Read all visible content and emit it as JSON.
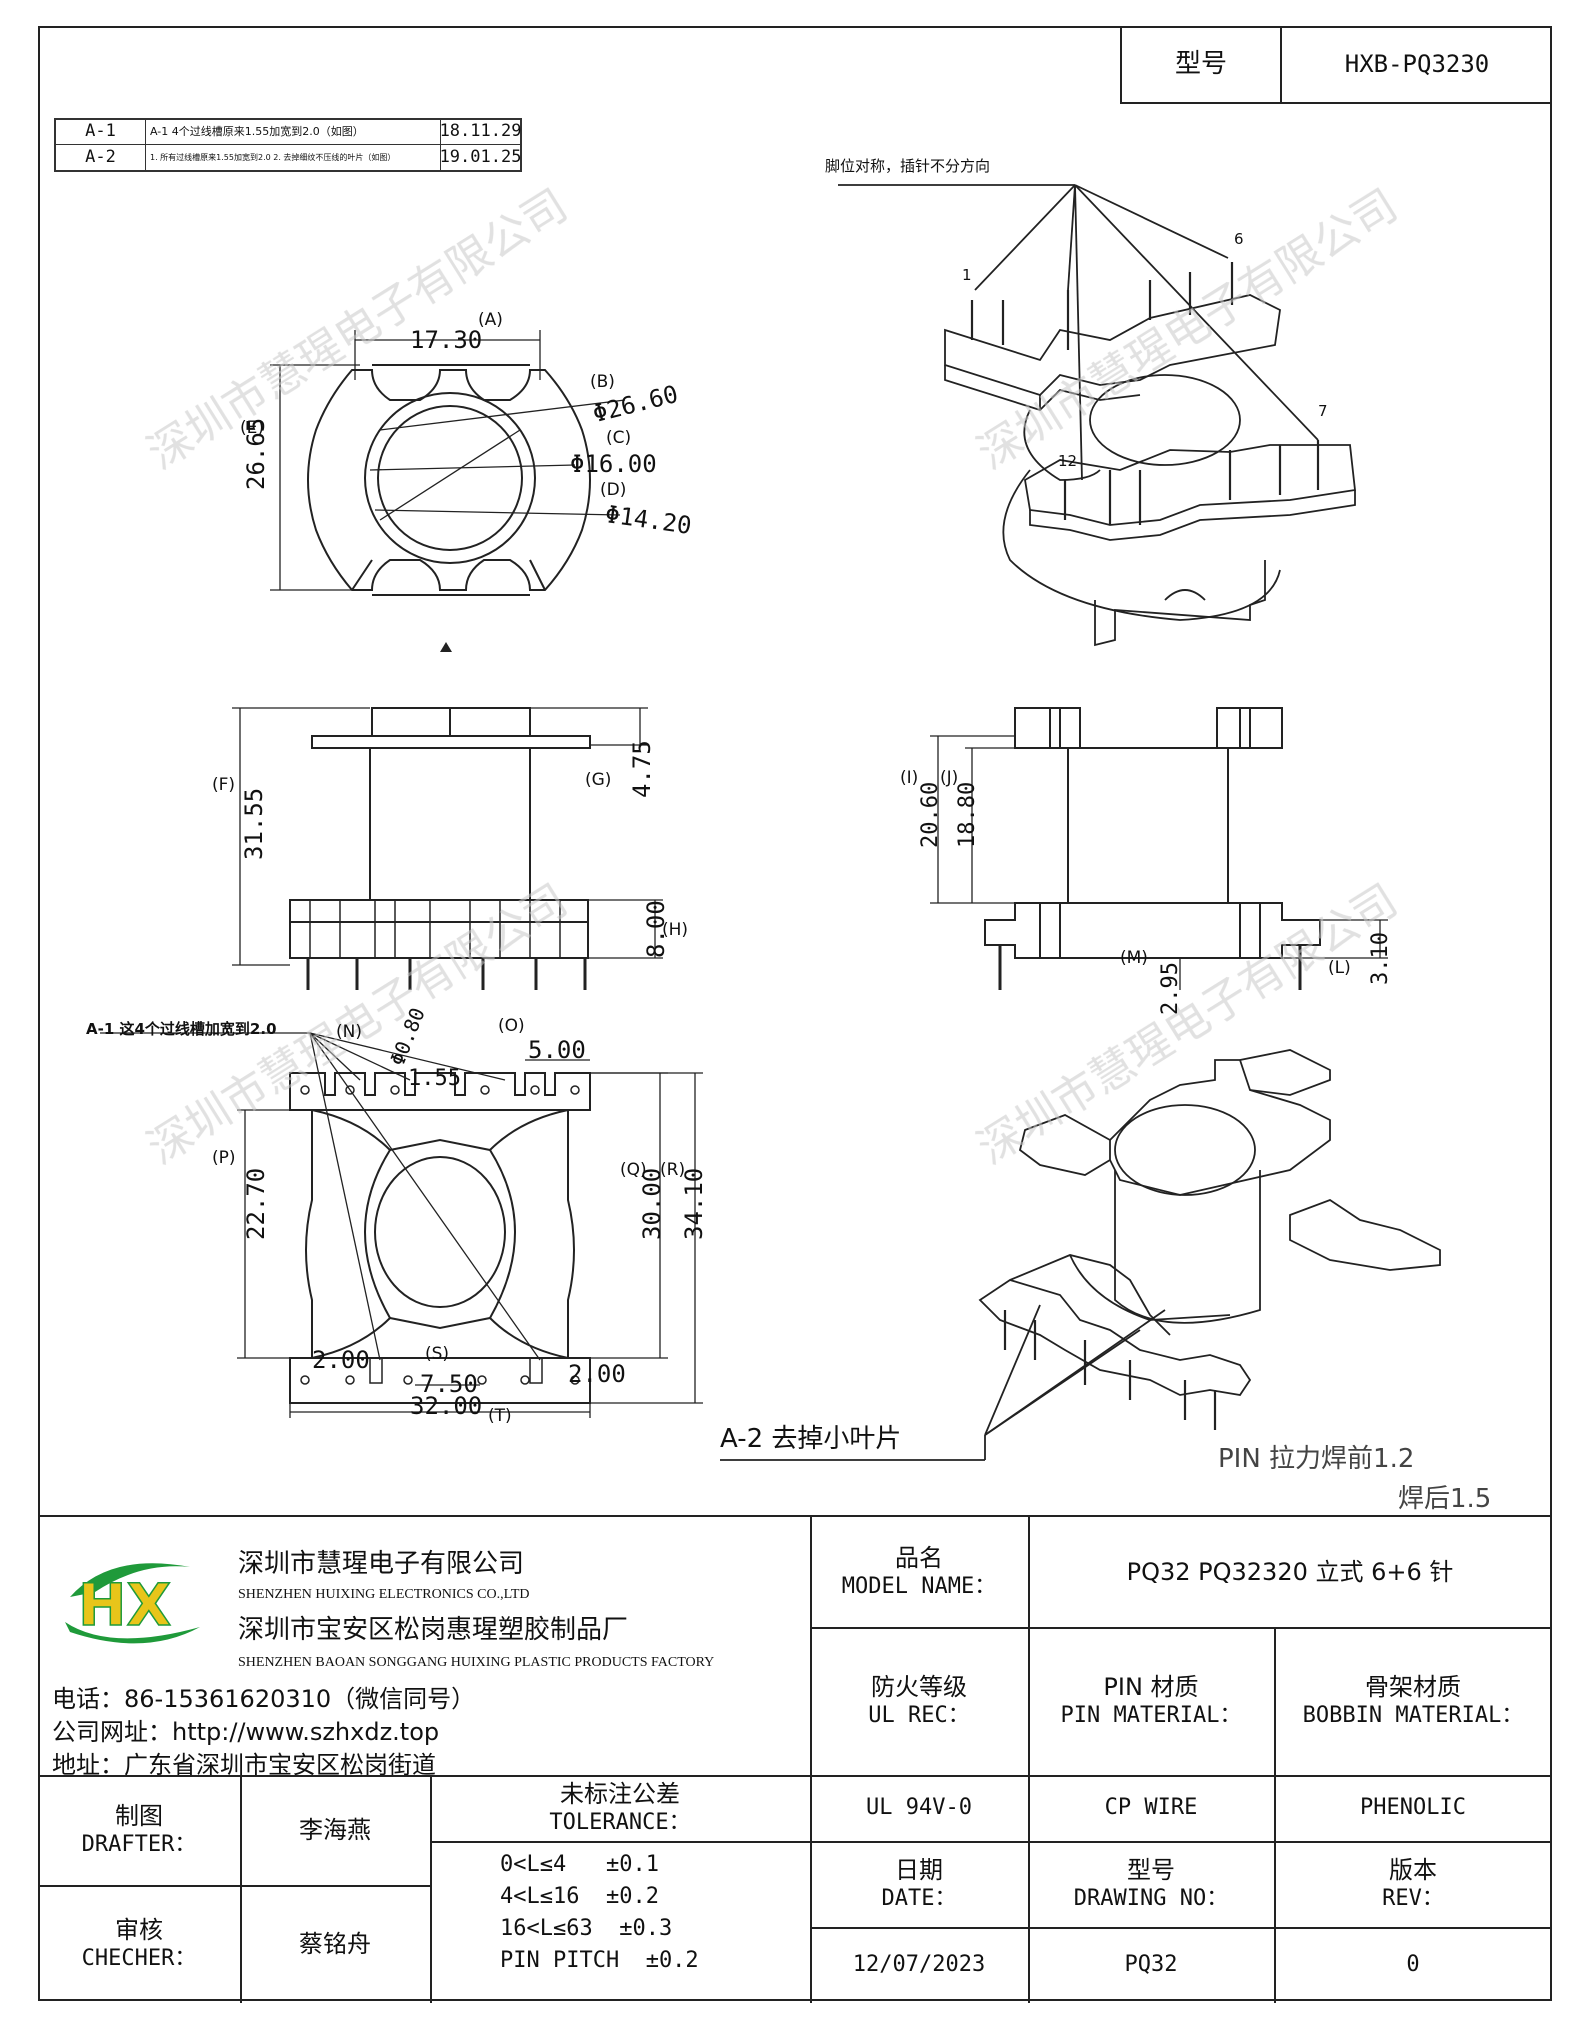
{
  "header": {
    "model_label": "型号",
    "model_value": "HXB-PQ3230"
  },
  "revisions": [
    {
      "code": "A-1",
      "note": "A-1 4个过线槽原来1.55加宽到2.0（如图）",
      "date": "18.11.29"
    },
    {
      "code": "A-2",
      "note": "1. 所有过线槽原来1.55加宽到2.0  2. 去掉细纹不压线的叶片（如图）",
      "date": "19.01.25"
    }
  ],
  "drawing": {
    "pin_note": "脚位对称，插针不分方向",
    "pin_numbers": [
      "1",
      "6",
      "7",
      "12"
    ],
    "top_view": {
      "a_val": "17.30",
      "a_tag": "(A)",
      "b_tag": "(B)",
      "b_val": "Φ26.60",
      "c_tag": "(C)",
      "c_val": "Φ16.00",
      "d_tag": "(D)",
      "d_val": "Φ14.20",
      "e_tag": "(E)",
      "e_val": "26.65"
    },
    "front_view": {
      "f_tag": "(F)",
      "f_val": "31.55",
      "g_tag": "(G)",
      "g_val": "4.75",
      "h_val": "8.00",
      "h_tag": "(H)"
    },
    "side_view": {
      "i_tag": "(I)",
      "j_tag": "(J)",
      "i_val": "20.60",
      "j_val": "18.80",
      "m_tag": "(M)",
      "m_val": "2.95",
      "l_tag": "(L)",
      "l_val": "3.10"
    },
    "bottom_view": {
      "a1_note": "A-1 这4个过线槽加宽到2.0",
      "n_tag": "(N)",
      "n_val": "Φ0.80",
      "o_tag": "(O)",
      "o_val": "5.00",
      "slot_val": "1.55",
      "p_tag": "(P)",
      "p_val": "22.70",
      "q_tag": "(Q)",
      "r_tag": "(R)",
      "q_val": "30.00",
      "r_val": "34.10",
      "w1_val": "2.00",
      "w2_val": "2.00",
      "s_tag": "(S)",
      "s_val": "7.50",
      "t_val": "32.00",
      "t_tag": "(T)"
    },
    "a2_note": "A-2 去掉小叶片",
    "pin_pull_1": "PIN  拉力焊前1.2",
    "pin_pull_2": "焊后1.5",
    "watermark": "深圳市慧瑆电子有限公司"
  },
  "company": {
    "name_cn": "深圳市慧瑆电子有限公司",
    "name_en": "SHENZHEN HUIXING ELECTRONICS CO.,LTD",
    "factory_cn": "深圳市宝安区松岗惠瑆塑胶制品厂",
    "factory_en": "SHENZHEN BAOAN SONGGANG HUIXING PLASTIC PRODUCTS FACTORY",
    "phone": "电话：86-15361620310（微信同号）",
    "website": "公司网址：http://www.szhxdz.top",
    "address": "地址：广东省深圳市宝安区松岗街道",
    "logo_letters": "HX",
    "colors": {
      "green": "#1f9a3a",
      "yellow": "#e8c51a",
      "blue": "#1b4fa0"
    }
  },
  "title_block": {
    "model_name_cn": "品名",
    "model_name_en": "MODEL NAME：",
    "model_name_value": "PQ32 PQ32320 立式 6+6 针",
    "ul_cn": "防火等级",
    "ul_en": "UL REC：",
    "pin_mat_cn": "PIN 材质",
    "pin_mat_en": "PIN MATERIAL：",
    "bobbin_cn": "骨架材质",
    "bobbin_en": "BOBBIN MATERIAL：",
    "ul_value": "UL 94V-0",
    "pin_value": "CP WIRE",
    "bobbin_value": "PHENOLIC",
    "drafter_cn": "制图",
    "drafter_en": "DRAFTER：",
    "drafter_name": "李海燕",
    "checker_cn": "审核",
    "checker_en": "CHECHER：",
    "checker_name": "蔡铭舟",
    "tol_cn": "未标注公差",
    "tol_en": "TOLERANCE：",
    "tol_lines": [
      "0<L≤4   ±0.1",
      "4<L≤16  ±0.2",
      "16<L≤63  ±0.3",
      "PIN PITCH  ±0.2"
    ],
    "date_cn": "日期",
    "date_en": "DATE：",
    "dwg_cn": "型号",
    "dwg_en": "DRAWING NO：",
    "rev_cn": "版本",
    "rev_en": "REV：",
    "date_value": "12/07/2023",
    "dwg_value": "PQ32",
    "rev_value": "0"
  }
}
